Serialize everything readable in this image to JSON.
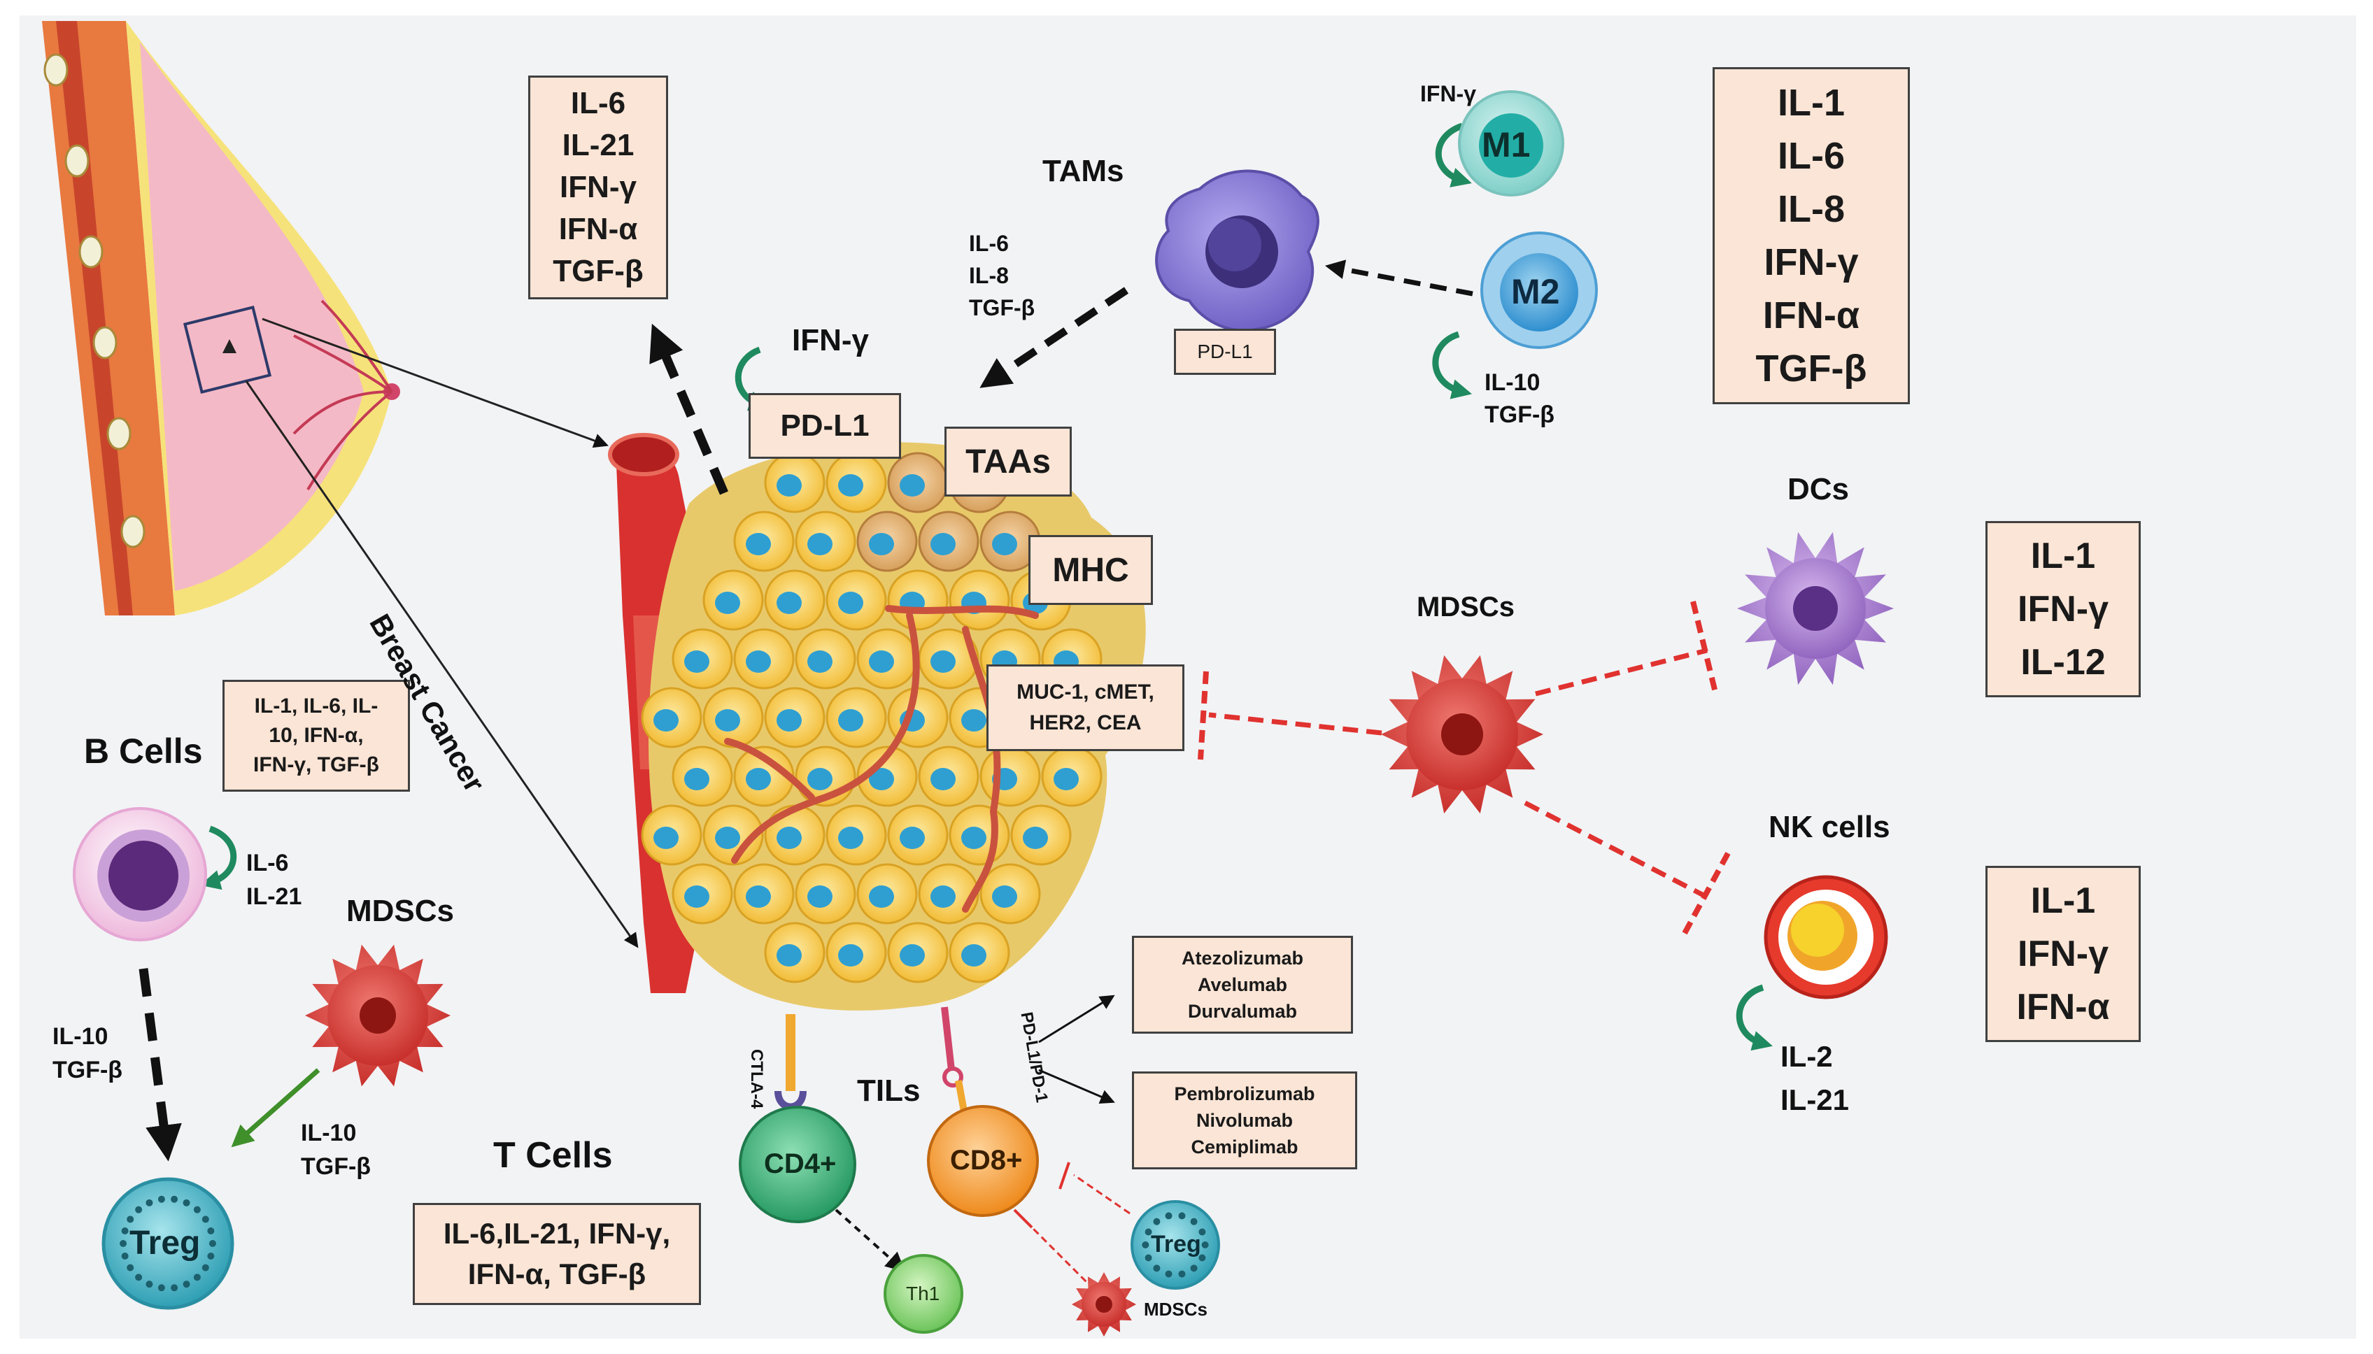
{
  "colors": {
    "background": "#f2f3f5",
    "box_fill": "#fbe5d6",
    "box_border": "#404040",
    "vessel_red": "#d9312f",
    "tumor_yellow": "#f6c94c",
    "tumor_nucleus": "#2f9fd1",
    "inhibit_red": "#e0322f",
    "autocrine_green": "#1f8a5f",
    "mdsc_red": "#d8403b",
    "dc_purple": "#9b72c4",
    "tam_purple": "#8b7fd0",
    "m1_teal": "#8fd6d0",
    "m2_blue": "#3f9ed8",
    "cd4_green": "#37b37a",
    "cd8_orange": "#f39a2e",
    "treg_teal": "#4ab8c8",
    "th1_green": "#8fd37a",
    "bcell_pink": "#f1c4e3",
    "nk_red": "#e63a2c",
    "breast_pink": "#f4b9c6"
  },
  "icons": [
    "autocrine-loop-arrow-icon",
    "inhibition-t-bar-icon",
    "dashed-arrow-icon"
  ],
  "boxes": {
    "top_cytokines": [
      "IL-6",
      "IL-21",
      "IFN-γ",
      "IFN-α",
      "TGF-β"
    ],
    "macrophage_cytokines": [
      "IL-1",
      "IL-6",
      "IL-8",
      "IFN-γ",
      "IFN-α",
      "TGF-β"
    ],
    "dc_cytokines": [
      "IL-1",
      "IFN-γ",
      "IL-12"
    ],
    "nk_cytokines": [
      "IL-1",
      "IFN-γ",
      "IFN-α"
    ],
    "bcell_cytokines": [
      "IL-1, IL-6, IL-",
      "10, IFN-α,",
      "IFN-γ, TGF-β"
    ],
    "tcell_cytokines": [
      "IL-6,IL-21, IFN-γ,",
      "IFN-α, TGF-β"
    ],
    "pd_l1_tam": "PD-L1",
    "pd_l1_tumor": "PD-L1",
    "taas": "TAAs",
    "mhc": "MHC",
    "antigens": [
      "MUC-1, cMET,",
      "HER2, CEA"
    ],
    "pdl1_drugs": [
      "Atezolizumab",
      "Avelumab",
      "Durvalumab"
    ],
    "pd1_drugs": [
      "Pembrolizumab",
      "Nivolumab",
      "Cemiplimab"
    ]
  },
  "labels": {
    "tams": "TAMs",
    "tam_secretion": [
      "IL-6",
      "IL-8",
      "TGF-β"
    ],
    "ifn_gamma_tumor": "IFN-γ",
    "ifn_gamma_m1": "IFN-γ",
    "m1": "M1",
    "m2": "M2",
    "m2_secretion": [
      "IL-10",
      "TGF-β"
    ],
    "dcs": "DCs",
    "mdscs_center": "MDSCs",
    "nk_cells": "NK cells",
    "nk_secretion": [
      "IL-2",
      "IL-21"
    ],
    "breast_cancer": "Breast Cancer",
    "b_cells": "B Cells",
    "bcell_secretion": [
      "IL-6",
      "IL-21"
    ],
    "mdscs_left": "MDSCs",
    "b_to_treg": [
      "IL-10",
      "TGF-β"
    ],
    "mdsc_to_treg": [
      "IL-10",
      "TGF-β"
    ],
    "treg_left": "Treg",
    "t_cells": "T Cells",
    "ctla4": "CTLA-4",
    "pdl1_pd1": "PD-L1/PD-1",
    "tils": "TILs",
    "cd4": "CD4+",
    "cd8": "CD8+",
    "th1": "Th1",
    "treg_small": "Treg",
    "mdscs_small": "MDSCs"
  }
}
